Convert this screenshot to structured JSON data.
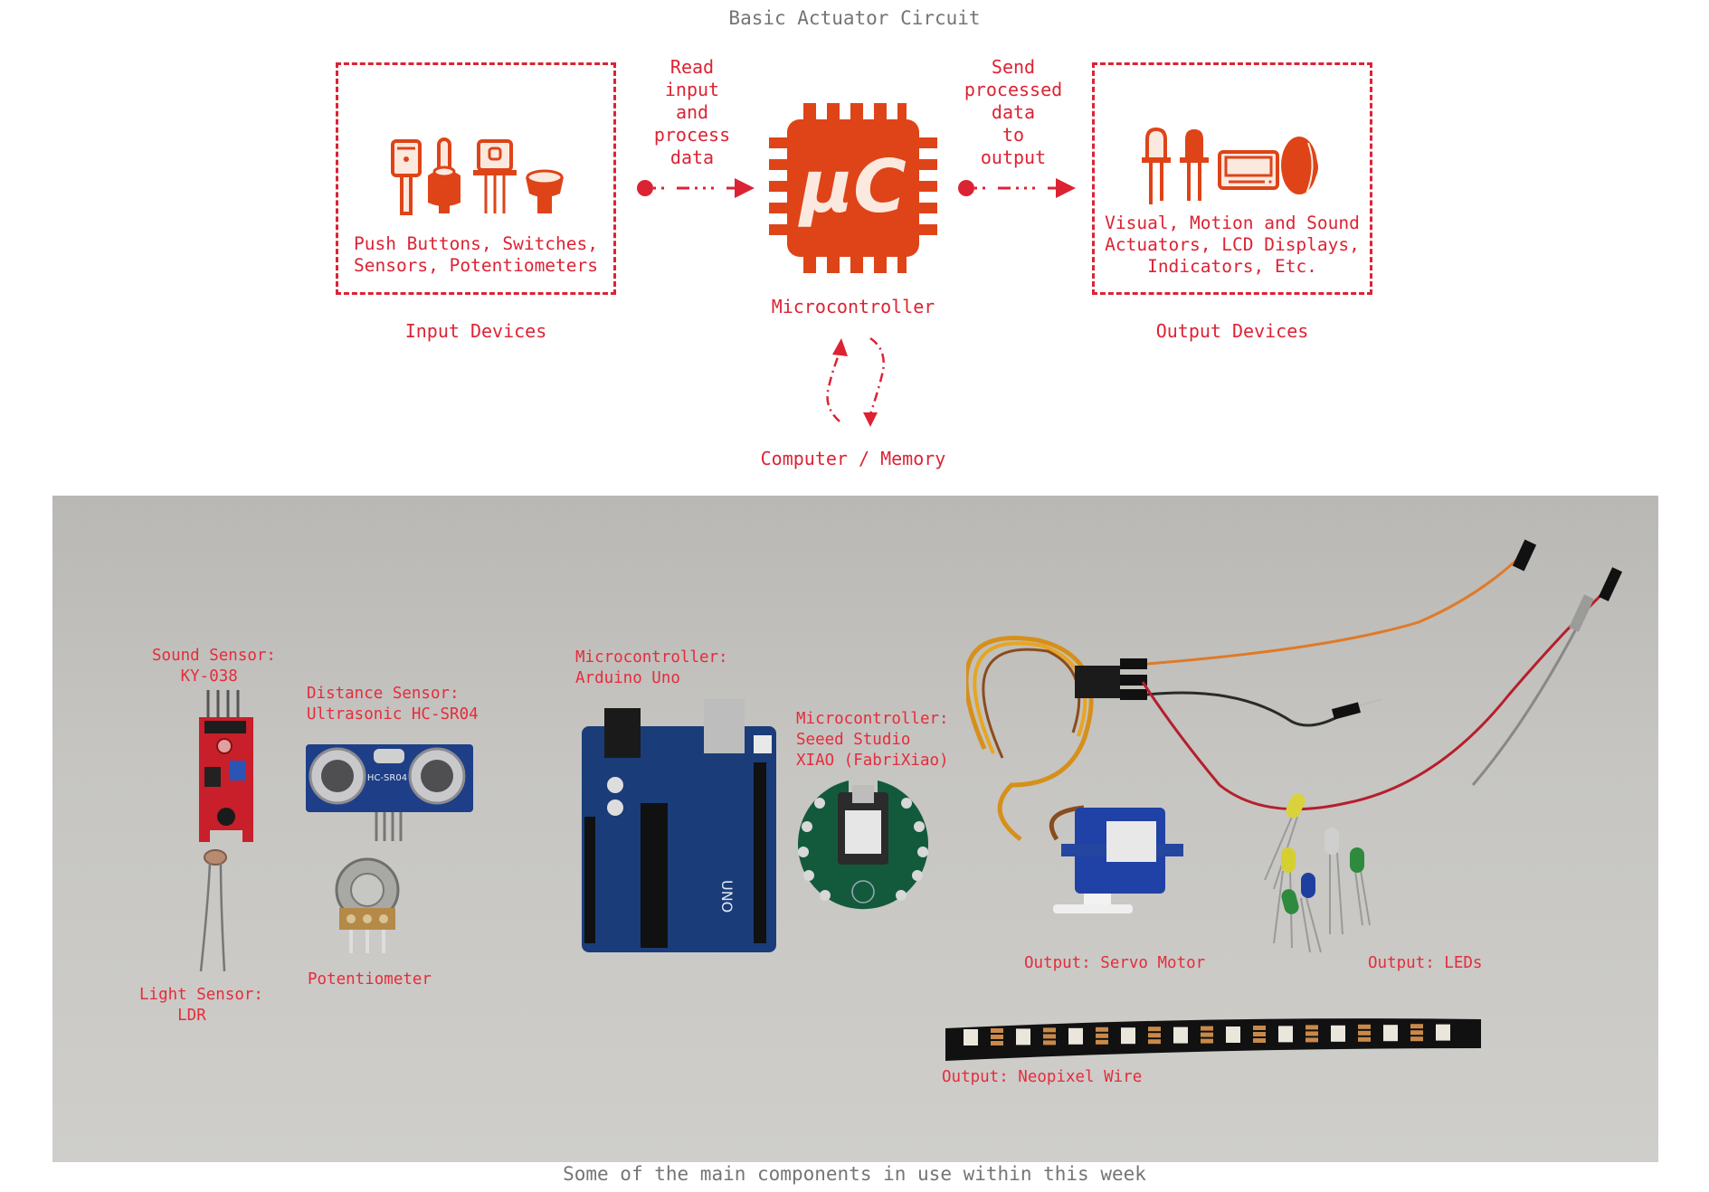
{
  "title": "Basic Actuator Circuit",
  "colors": {
    "accent_red": "#dc2334",
    "icon_orange": "#de4418",
    "icon_fill": "#fbe9df",
    "caption_gray": "#757575"
  },
  "diagram": {
    "input_box": {
      "text": "Push Buttons, Switches,\nSensors, Potentiometers",
      "caption": "Input Devices",
      "icons": [
        "push-button-icon",
        "toggle-switch-icon",
        "transistor-sensor-icon",
        "knob-potentiometer-icon"
      ]
    },
    "flow_in": {
      "text": "Read\ninput\nand\nprocess\ndata"
    },
    "microcontroller": {
      "chip_label": "µC",
      "caption": "Microcontroller"
    },
    "flow_out": {
      "text": "Send\nprocessed\ndata\nto\noutput"
    },
    "output_box": {
      "text": "Visual, Motion and Sound\nActuators, LCD Displays,\nIndicators, Etc.",
      "caption": "Output Devices",
      "icons": [
        "led-outline-icon",
        "led-filled-icon",
        "lcd-display-icon",
        "speaker-icon"
      ]
    },
    "memory": {
      "caption": "Computer / Memory"
    }
  },
  "photo": {
    "labels": {
      "sound_sensor": "Sound Sensor:\n   KY-038",
      "distance_sensor": "Distance Sensor:\nUltrasonic HC-SR04",
      "light_sensor": "Light Sensor:\n    LDR",
      "potentiometer": "Potentiometer",
      "arduino": "Microcontroller:\nArduino Uno",
      "xiao": "Microcontroller:\nSeeed Studio\nXIAO (FabriXiao)",
      "servo": "Output: Servo Motor",
      "leds": "Output: LEDs",
      "neopixel": "Output: Neopixel Wire"
    },
    "board_texts": {
      "uno": "UNO",
      "hc_sr04": "HC-SR04"
    }
  },
  "footer": "Some of the main components in use within this week"
}
